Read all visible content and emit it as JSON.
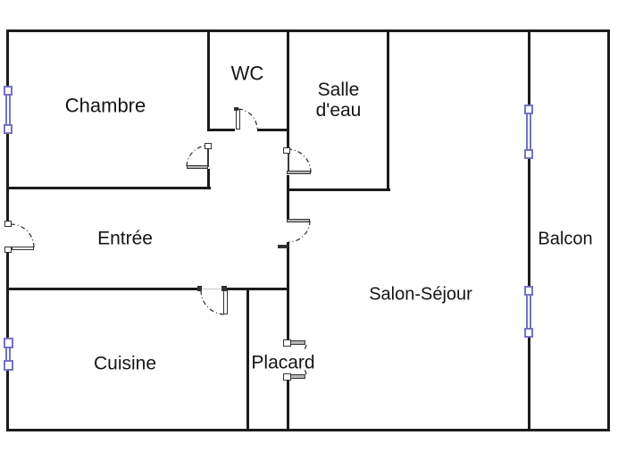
{
  "floorplan": {
    "rooms": [
      {
        "id": "chambre",
        "label": "Chambre"
      },
      {
        "id": "wc",
        "label": "WC"
      },
      {
        "id": "salle-deau",
        "label": "Salle d'eau",
        "lines": [
          "Salle",
          "d'eau"
        ]
      },
      {
        "id": "entree",
        "label": "Entrée"
      },
      {
        "id": "cuisine",
        "label": "Cuisine"
      },
      {
        "id": "placard",
        "label": "Placard"
      },
      {
        "id": "salon-sejour",
        "label": "Salon-Séjour"
      },
      {
        "id": "balcon",
        "label": "Balcon"
      }
    ],
    "colors": {
      "background": "#ffffff",
      "walls": "#1c1c1c",
      "windows": "#7474c2",
      "door_leaf": "#b5b5b5",
      "swing_arc": "#2a2a2a",
      "label": "#151515"
    }
  }
}
